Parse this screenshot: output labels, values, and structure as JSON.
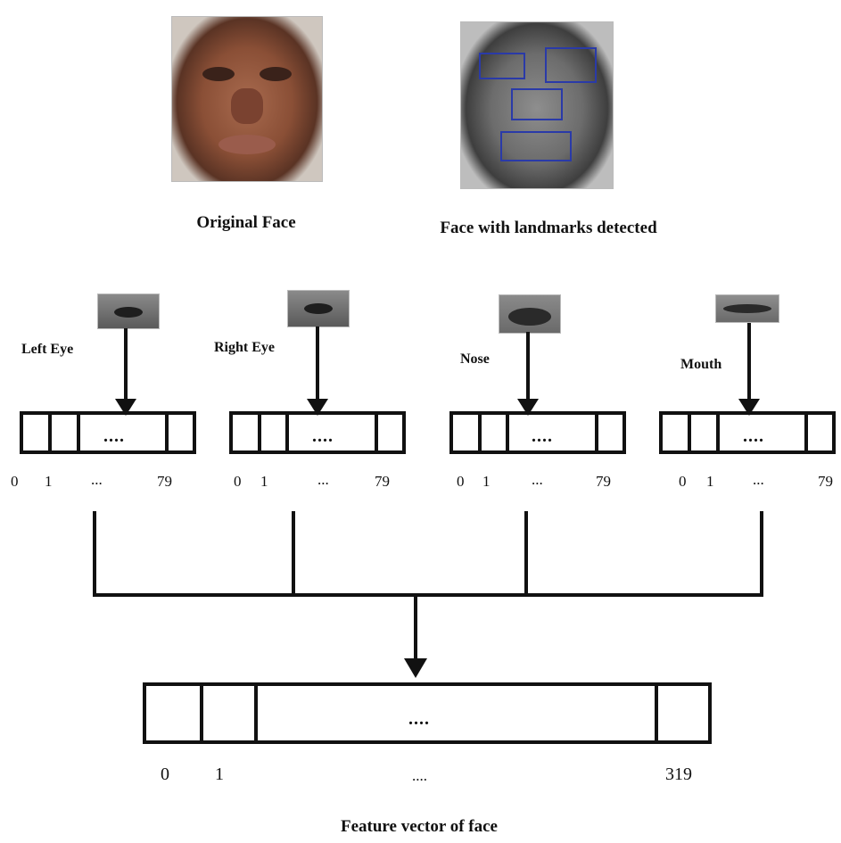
{
  "captions": {
    "original": "Original Face",
    "landmarks": "Face with landmarks detected",
    "feature_vector": "Feature vector of face"
  },
  "parts": [
    {
      "label": "Left Eye",
      "idx0": "0",
      "idx1": "1",
      "idx_mid": "...",
      "idx_end": "79",
      "cell_dots": "...."
    },
    {
      "label": "Right Eye",
      "idx0": "0",
      "idx1": "1",
      "idx_mid": "...",
      "idx_end": "79",
      "cell_dots": "...."
    },
    {
      "label": "Nose",
      "idx0": "0",
      "idx1": "1",
      "idx_mid": "...",
      "idx_end": "79",
      "cell_dots": "...."
    },
    {
      "label": "Mouth",
      "idx0": "0",
      "idx1": "1",
      "idx_mid": "...",
      "idx_end": "79",
      "cell_dots": "...."
    }
  ],
  "final_vector": {
    "cell_dots": "....",
    "idx0": "0",
    "idx1": "1",
    "idx_mid": "....",
    "idx_end": "319"
  },
  "colors": {
    "landmark_box": "#2a3aa8",
    "line": "#111111"
  }
}
